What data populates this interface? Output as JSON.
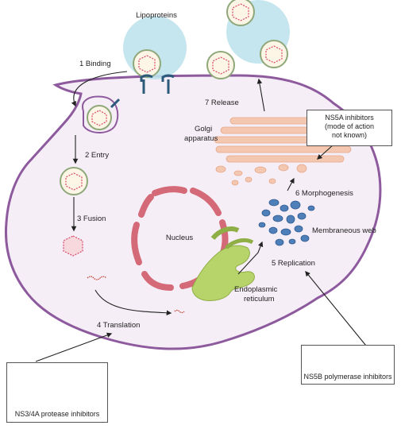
{
  "labels": {
    "lipoproteins": "Lipoproteins",
    "binding": "1  Binding",
    "entry": "2  Entry",
    "fusion": "3  Fusion",
    "translation": "4  Translation",
    "replication": "5  Replication",
    "morphogenesis": "6  Morphogenesis",
    "release": "7  Release",
    "golgi_1": "Golgi",
    "golgi_2": "apparatus",
    "nucleus": "Nucleus",
    "er_1": "Endoplasmic",
    "er_2": "reticulum",
    "membraneous_web": "Membraneous web"
  },
  "boxes": {
    "ns5a_1": "NS5A inhibitors",
    "ns5a_2": "(mode of action",
    "ns5a_3": "not known)",
    "ns5b": "NS5B polymerase inhibitors",
    "ns34a": "NS3/4A protease inhibitors"
  },
  "colors": {
    "cell_membrane": "#8e5a9e",
    "cell_fill": "#f6eef6",
    "lipoprotein": "#bfe3ec",
    "virion_capsid": "#d9486a",
    "virion_envelope": "#8fa87a",
    "receptor": "#2d5a7a",
    "golgi": "#f3c7b0",
    "nucleus": "#d46a78",
    "er": "#b6d46a",
    "web": "#4f7fb8",
    "rna_red": "#c0392b",
    "rna_purple": "#6c3483",
    "protease": "#6fae9a"
  }
}
